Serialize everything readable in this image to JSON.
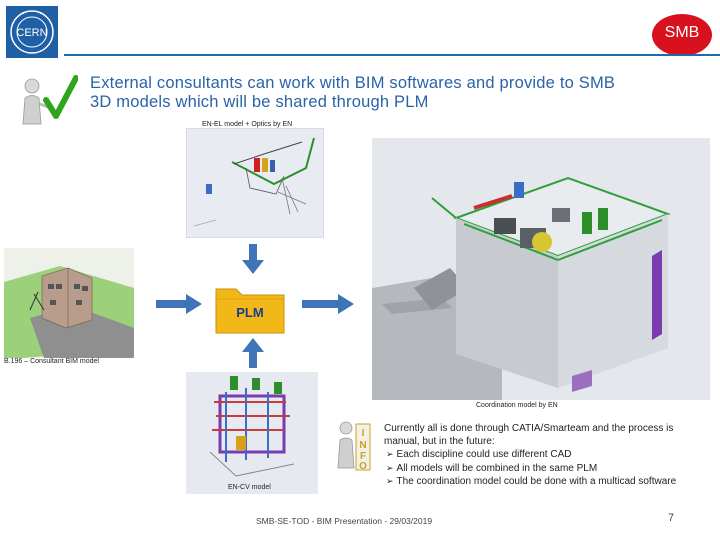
{
  "header": {
    "badge": "SMB",
    "headline_line1": "External consultants can work with BIM softwares and provide to SMB",
    "headline_line2": "3D models which will be shared through PLM"
  },
  "captions": {
    "enel": "EN-EL model + Optics by EN",
    "b196": "B.196 – Consultant BIM model",
    "encv": "EN-CV model",
    "coordination": "Coordination model by EN"
  },
  "plm": {
    "label": "PLM"
  },
  "info": {
    "intro_line1": "Currently all is done through CATIA/Smarteam and the process is",
    "intro_line2": "manual, but in the future:",
    "bullets": [
      "Each discipline could use different CAD",
      "All models will be combined in the same PLM",
      "The coordination model could be done with a multicad software"
    ]
  },
  "footer": {
    "text": "SMB-SE-TOD - BIM Presentation - 29/03/2019",
    "page_number": "7"
  },
  "icons": [
    "cern-logo-icon",
    "smb-logo-icon",
    "person-checkmark-icon",
    "person-info-icon",
    "folder-icon",
    "arrow-down-icon",
    "arrow-up-icon",
    "arrow-right-icon"
  ],
  "colors": {
    "accent": "#2a63a8",
    "badge": "#d8111f",
    "folder": "#f2b81a",
    "arrow": "#3f74b8"
  }
}
